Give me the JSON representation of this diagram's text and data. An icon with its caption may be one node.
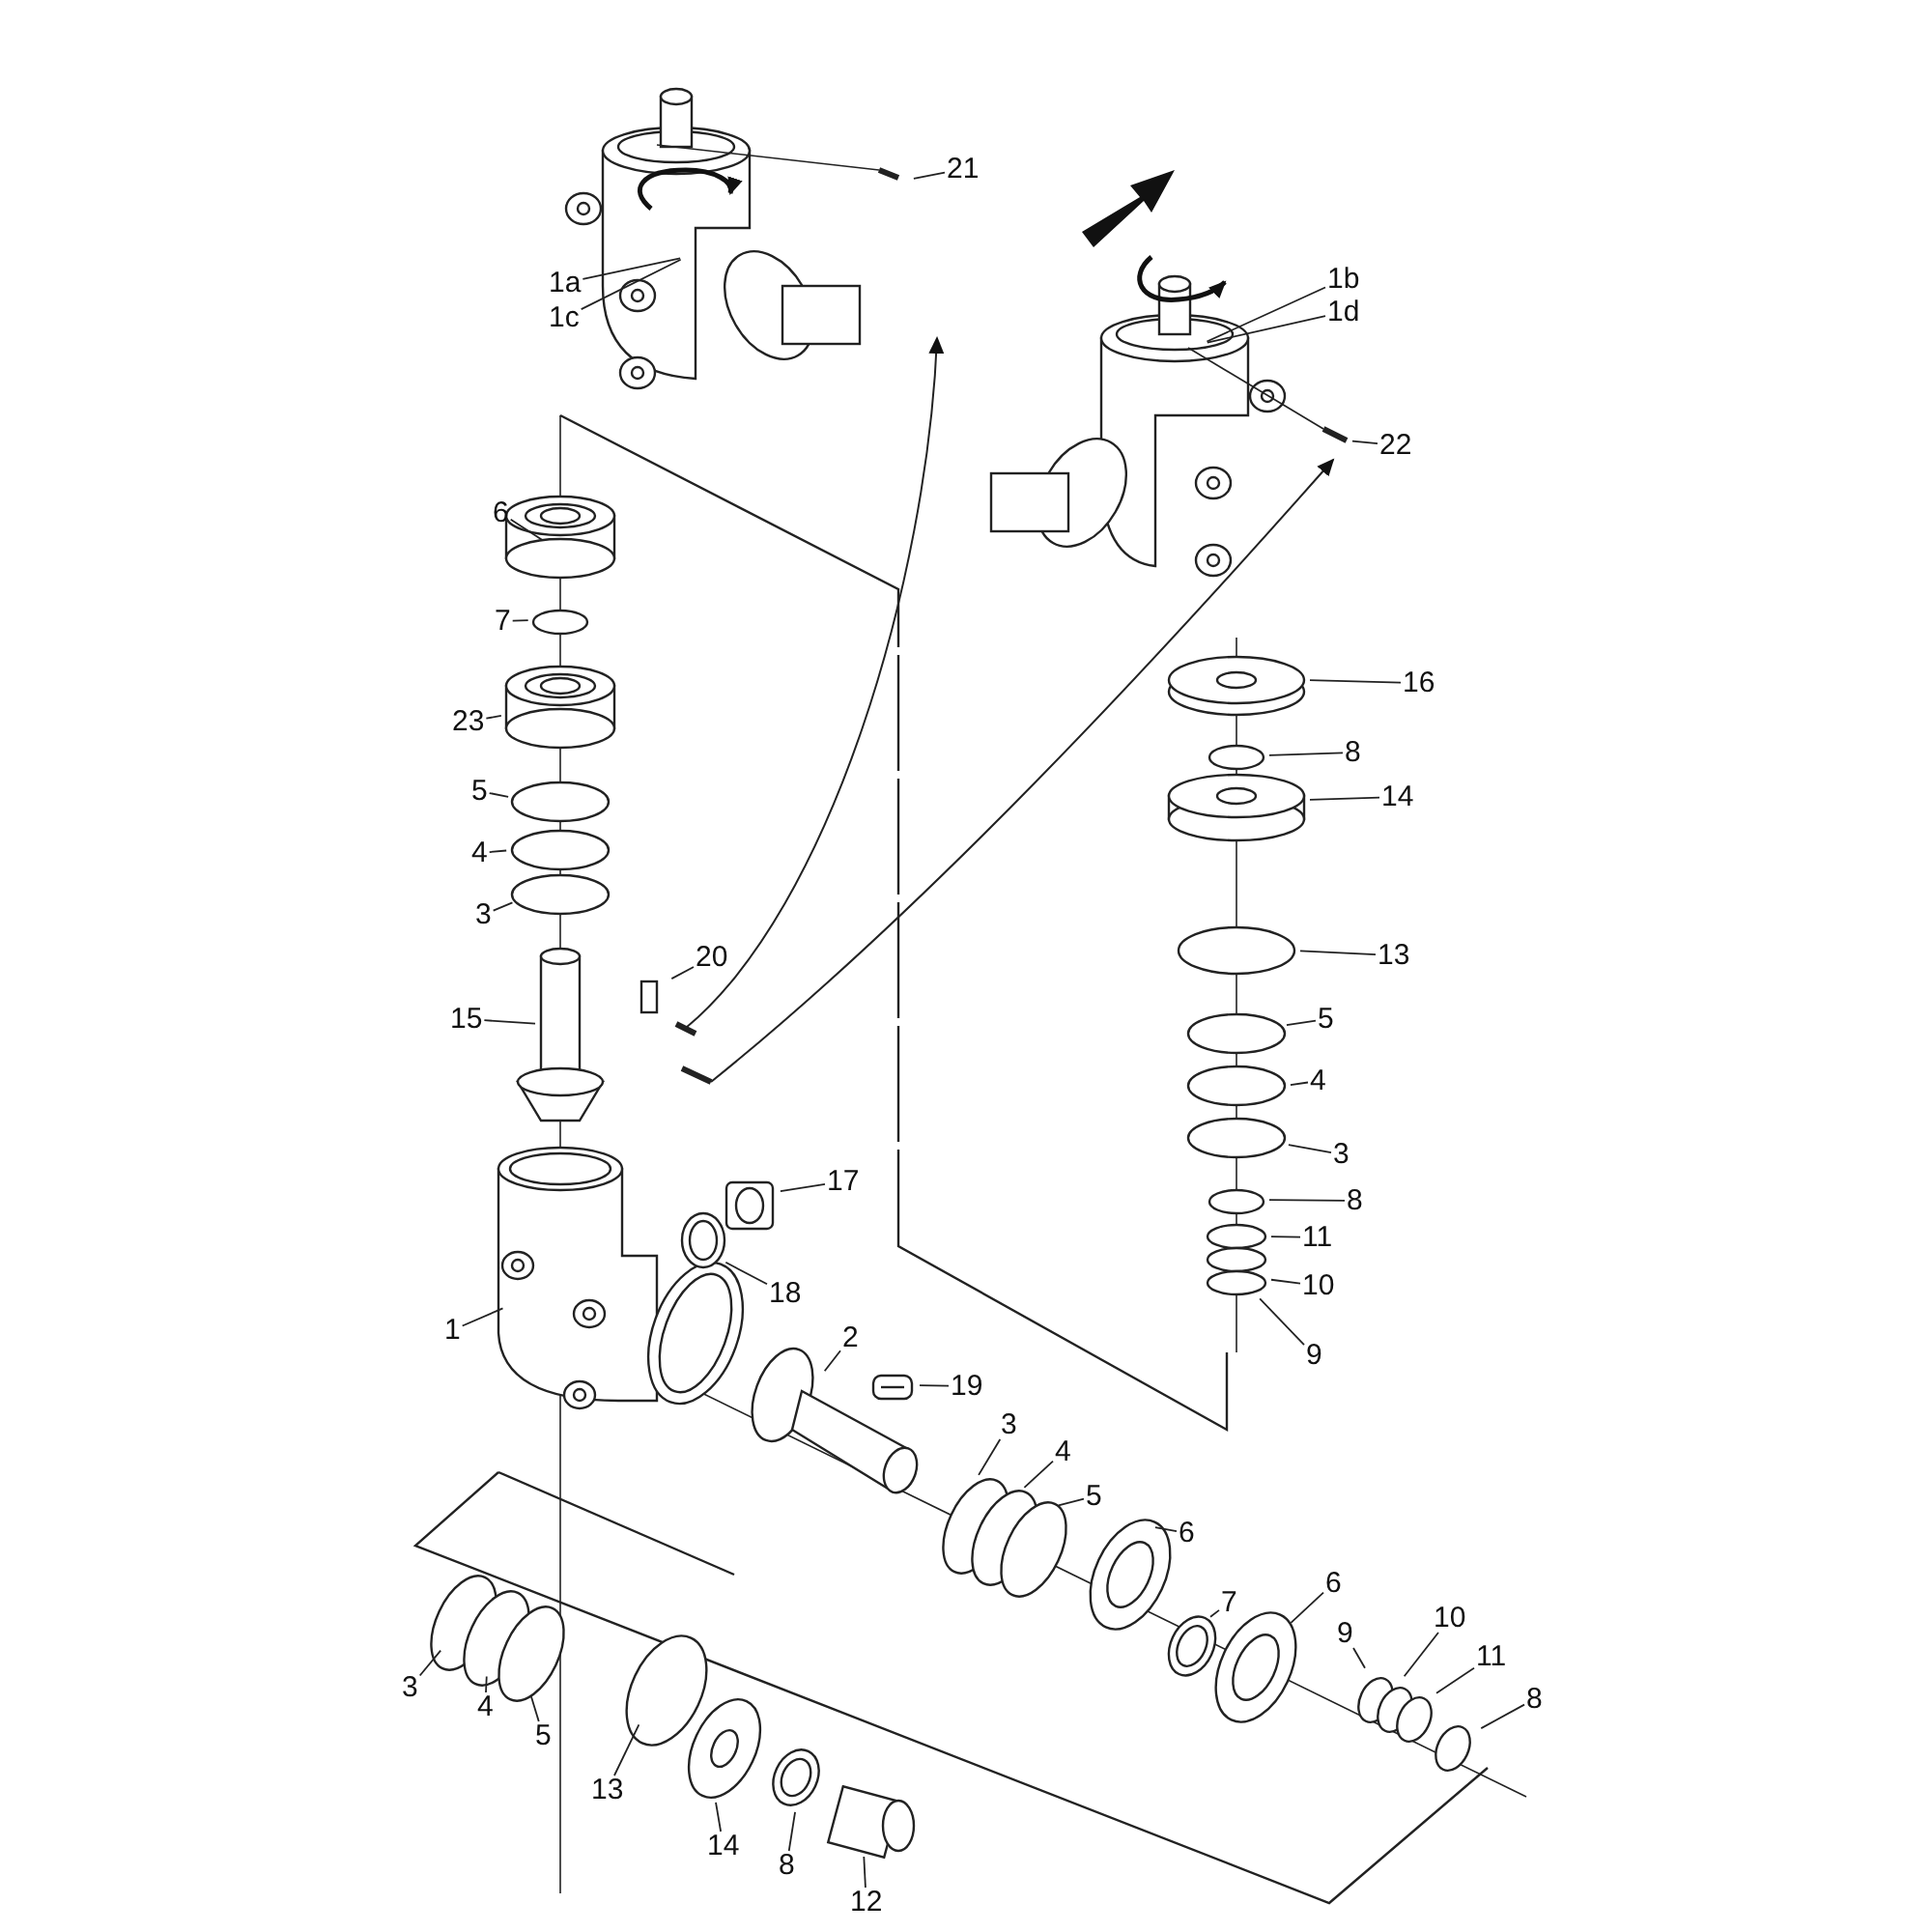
{
  "diagram": {
    "nodes": [
      {
        "text": [
          "21"
        ]
      },
      {
        "text": [
          "1a"
        ]
      },
      {
        "text": [
          "1c"
        ]
      },
      {
        "text": [
          "1b"
        ]
      },
      {
        "text": [
          "1d"
        ]
      },
      {
        "text": [
          "22"
        ]
      },
      {
        "text": [
          "6"
        ]
      },
      {
        "text": [
          "7"
        ]
      },
      {
        "text": [
          "16"
        ]
      },
      {
        "text": [
          "23"
        ]
      },
      {
        "text": [
          "8"
        ]
      },
      {
        "text": [
          "5"
        ]
      },
      {
        "text": [
          "14"
        ]
      },
      {
        "text": [
          "4"
        ]
      },
      {
        "text": [
          "3"
        ]
      },
      {
        "text": [
          "20"
        ]
      },
      {
        "text": [
          "13"
        ]
      },
      {
        "text": [
          "15"
        ]
      },
      {
        "text": [
          "5"
        ]
      },
      {
        "text": [
          "4"
        ]
      },
      {
        "text": [
          "3"
        ]
      },
      {
        "text": [
          "8"
        ]
      },
      {
        "text": [
          "17"
        ]
      },
      {
        "text": [
          "11"
        ]
      },
      {
        "text": [
          "18"
        ]
      },
      {
        "text": [
          "10"
        ]
      },
      {
        "text": [
          "1"
        ]
      },
      {
        "text": [
          "9"
        ]
      },
      {
        "text": [
          "2"
        ]
      },
      {
        "text": [
          "19"
        ]
      },
      {
        "text": [
          "3"
        ]
      },
      {
        "text": [
          "4"
        ]
      },
      {
        "text": [
          "5"
        ]
      },
      {
        "text": [
          "6"
        ]
      },
      {
        "text": [
          "6"
        ]
      },
      {
        "text": [
          "7"
        ]
      },
      {
        "text": [
          "9"
        ]
      },
      {
        "text": [
          "10"
        ]
      },
      {
        "text": [
          "11"
        ]
      },
      {
        "text": [
          "8"
        ]
      },
      {
        "text": [
          "3"
        ]
      },
      {
        "text": [
          "4"
        ]
      },
      {
        "text": [
          "5"
        ]
      },
      {
        "text": [
          "13"
        ]
      },
      {
        "text": [
          "14"
        ]
      },
      {
        "text": [
          "8"
        ]
      },
      {
        "text": [
          "12"
        ]
      }
    ],
    "edges": [
      {
        "from": 0,
        "to": null,
        "arrow": "none"
      },
      {
        "from": 1,
        "to": null,
        "arrow": "none"
      },
      {
        "from": 2,
        "to": null,
        "arrow": "none"
      },
      {
        "from": 3,
        "to": null,
        "arrow": "none"
      },
      {
        "from": 4,
        "to": null,
        "arrow": "none"
      },
      {
        "from": 5,
        "to": null,
        "arrow": "none"
      },
      {
        "from": 6,
        "to": null,
        "arrow": "none"
      },
      {
        "from": 7,
        "to": null,
        "arrow": "none"
      },
      {
        "from": 8,
        "to": null,
        "arrow": "none"
      },
      {
        "from": 9,
        "to": null,
        "arrow": "none"
      },
      {
        "from": 10,
        "to": null,
        "arrow": "none"
      },
      {
        "from": 11,
        "to": null,
        "arrow": "none"
      },
      {
        "from": 12,
        "to": null,
        "arrow": "none"
      },
      {
        "from": 13,
        "to": null,
        "arrow": "none"
      },
      {
        "from": 14,
        "to": null,
        "arrow": "none"
      },
      {
        "from": 15,
        "to": null,
        "arrow": "none"
      },
      {
        "from": 16,
        "to": null,
        "arrow": "none"
      },
      {
        "from": 17,
        "to": null,
        "arrow": "none"
      },
      {
        "from": 18,
        "to": null,
        "arrow": "none"
      },
      {
        "from": 19,
        "to": null,
        "arrow": "none"
      },
      {
        "from": 20,
        "to": null,
        "arrow": "none"
      },
      {
        "from": 21,
        "to": null,
        "arrow": "none"
      },
      {
        "from": 22,
        "to": null,
        "arrow": "none"
      },
      {
        "from": 23,
        "to": null,
        "arrow": "none"
      },
      {
        "from": 24,
        "to": null,
        "arrow": "none"
      },
      {
        "from": 25,
        "to": null,
        "arrow": "none"
      },
      {
        "from": 26,
        "to": null,
        "arrow": "none"
      },
      {
        "from": 27,
        "to": null,
        "arrow": "none"
      },
      {
        "from": 28,
        "to": null,
        "arrow": "none"
      },
      {
        "from": 29,
        "to": null,
        "arrow": "none"
      },
      {
        "from": 30,
        "to": null,
        "arrow": "none"
      },
      {
        "from": 31,
        "to": null,
        "arrow": "none"
      },
      {
        "from": 32,
        "to": null,
        "arrow": "none"
      },
      {
        "from": 33,
        "to": null,
        "arrow": "none"
      },
      {
        "from": 34,
        "to": null,
        "arrow": "none"
      },
      {
        "from": 35,
        "to": null,
        "arrow": "none"
      },
      {
        "from": 36,
        "to": null,
        "arrow": "none"
      },
      {
        "from": 37,
        "to": null,
        "arrow": "none"
      },
      {
        "from": 38,
        "to": null,
        "arrow": "none"
      },
      {
        "from": 39,
        "to": null,
        "arrow": "none"
      },
      {
        "from": 40,
        "to": null,
        "arrow": "none"
      },
      {
        "from": 41,
        "to": null,
        "arrow": "none"
      },
      {
        "from": 42,
        "to": null,
        "arrow": "none"
      },
      {
        "from": 43,
        "to": null,
        "arrow": "none"
      },
      {
        "from": 44,
        "to": null,
        "arrow": "none"
      },
      {
        "from": 45,
        "to": null,
        "arrow": "none"
      },
      {
        "from": 46,
        "to": null,
        "arrow": "none"
      }
    ]
  }
}
